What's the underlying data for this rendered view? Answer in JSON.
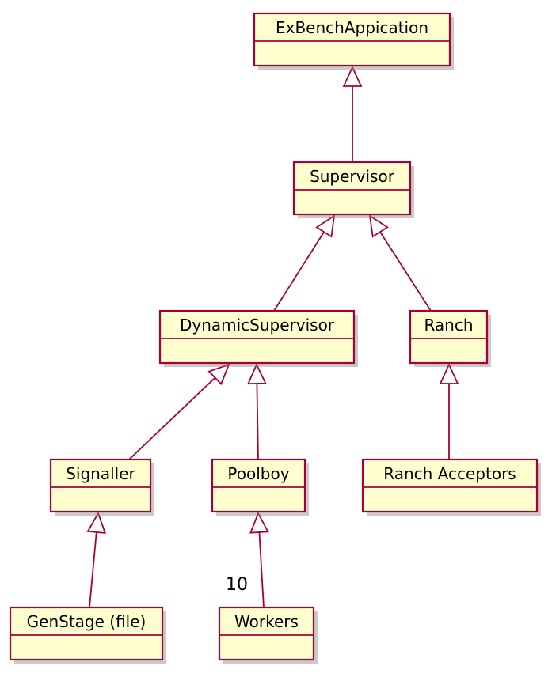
{
  "diagram": {
    "colors": {
      "box_fill": "#FEFECE",
      "border": "#A80036",
      "shadow": "#8a8a8a"
    },
    "nodes": [
      {
        "id": "app",
        "label": "ExBenchAppication"
      },
      {
        "id": "supervisor",
        "label": "Supervisor"
      },
      {
        "id": "dynsup",
        "label": "DynamicSupervisor"
      },
      {
        "id": "ranch",
        "label": "Ranch"
      },
      {
        "id": "signaller",
        "label": "Signaller"
      },
      {
        "id": "poolboy",
        "label": "Poolboy"
      },
      {
        "id": "acceptors",
        "label": "Ranch Acceptors"
      },
      {
        "id": "genstage",
        "label": "GenStage (file)"
      },
      {
        "id": "workers",
        "label": "Workers"
      }
    ],
    "edges": [
      {
        "from": "supervisor",
        "to": "app",
        "type": "inheritance"
      },
      {
        "from": "dynsup",
        "to": "supervisor",
        "type": "inheritance"
      },
      {
        "from": "ranch",
        "to": "supervisor",
        "type": "inheritance"
      },
      {
        "from": "signaller",
        "to": "dynsup",
        "type": "inheritance"
      },
      {
        "from": "poolboy",
        "to": "dynsup",
        "type": "inheritance"
      },
      {
        "from": "acceptors",
        "to": "ranch",
        "type": "inheritance"
      },
      {
        "from": "genstage",
        "to": "signaller",
        "type": "inheritance"
      },
      {
        "from": "workers",
        "to": "poolboy",
        "type": "inheritance",
        "multiplicity": "10"
      }
    ]
  }
}
